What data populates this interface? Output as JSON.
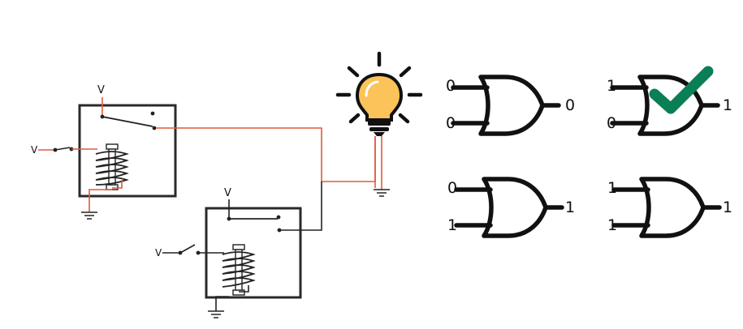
{
  "colors": {
    "wire": "#e05a3a",
    "black": "#222222",
    "bulb_fill": "#fbc35a",
    "check": "#0a7f55"
  },
  "relays": {
    "top": {
      "contact_voltage": "V",
      "switch_voltage": "V",
      "state": "open-switch / contact resting on upper terminal"
    },
    "bottom": {
      "contact_voltage": "V",
      "switch_voltage": "V"
    }
  },
  "gates": [
    {
      "in_a": "0",
      "in_b": "0",
      "out": "0",
      "checked": false
    },
    {
      "in_a": "1",
      "in_b": "0",
      "out": "1",
      "checked": true
    },
    {
      "in_a": "0",
      "in_b": "1",
      "out": "1",
      "checked": false
    },
    {
      "in_a": "1",
      "in_b": "1",
      "out": "1",
      "checked": false
    }
  ],
  "icons": [
    "lightbulb-icon",
    "check-icon",
    "ground-icon",
    "coil-icon"
  ]
}
